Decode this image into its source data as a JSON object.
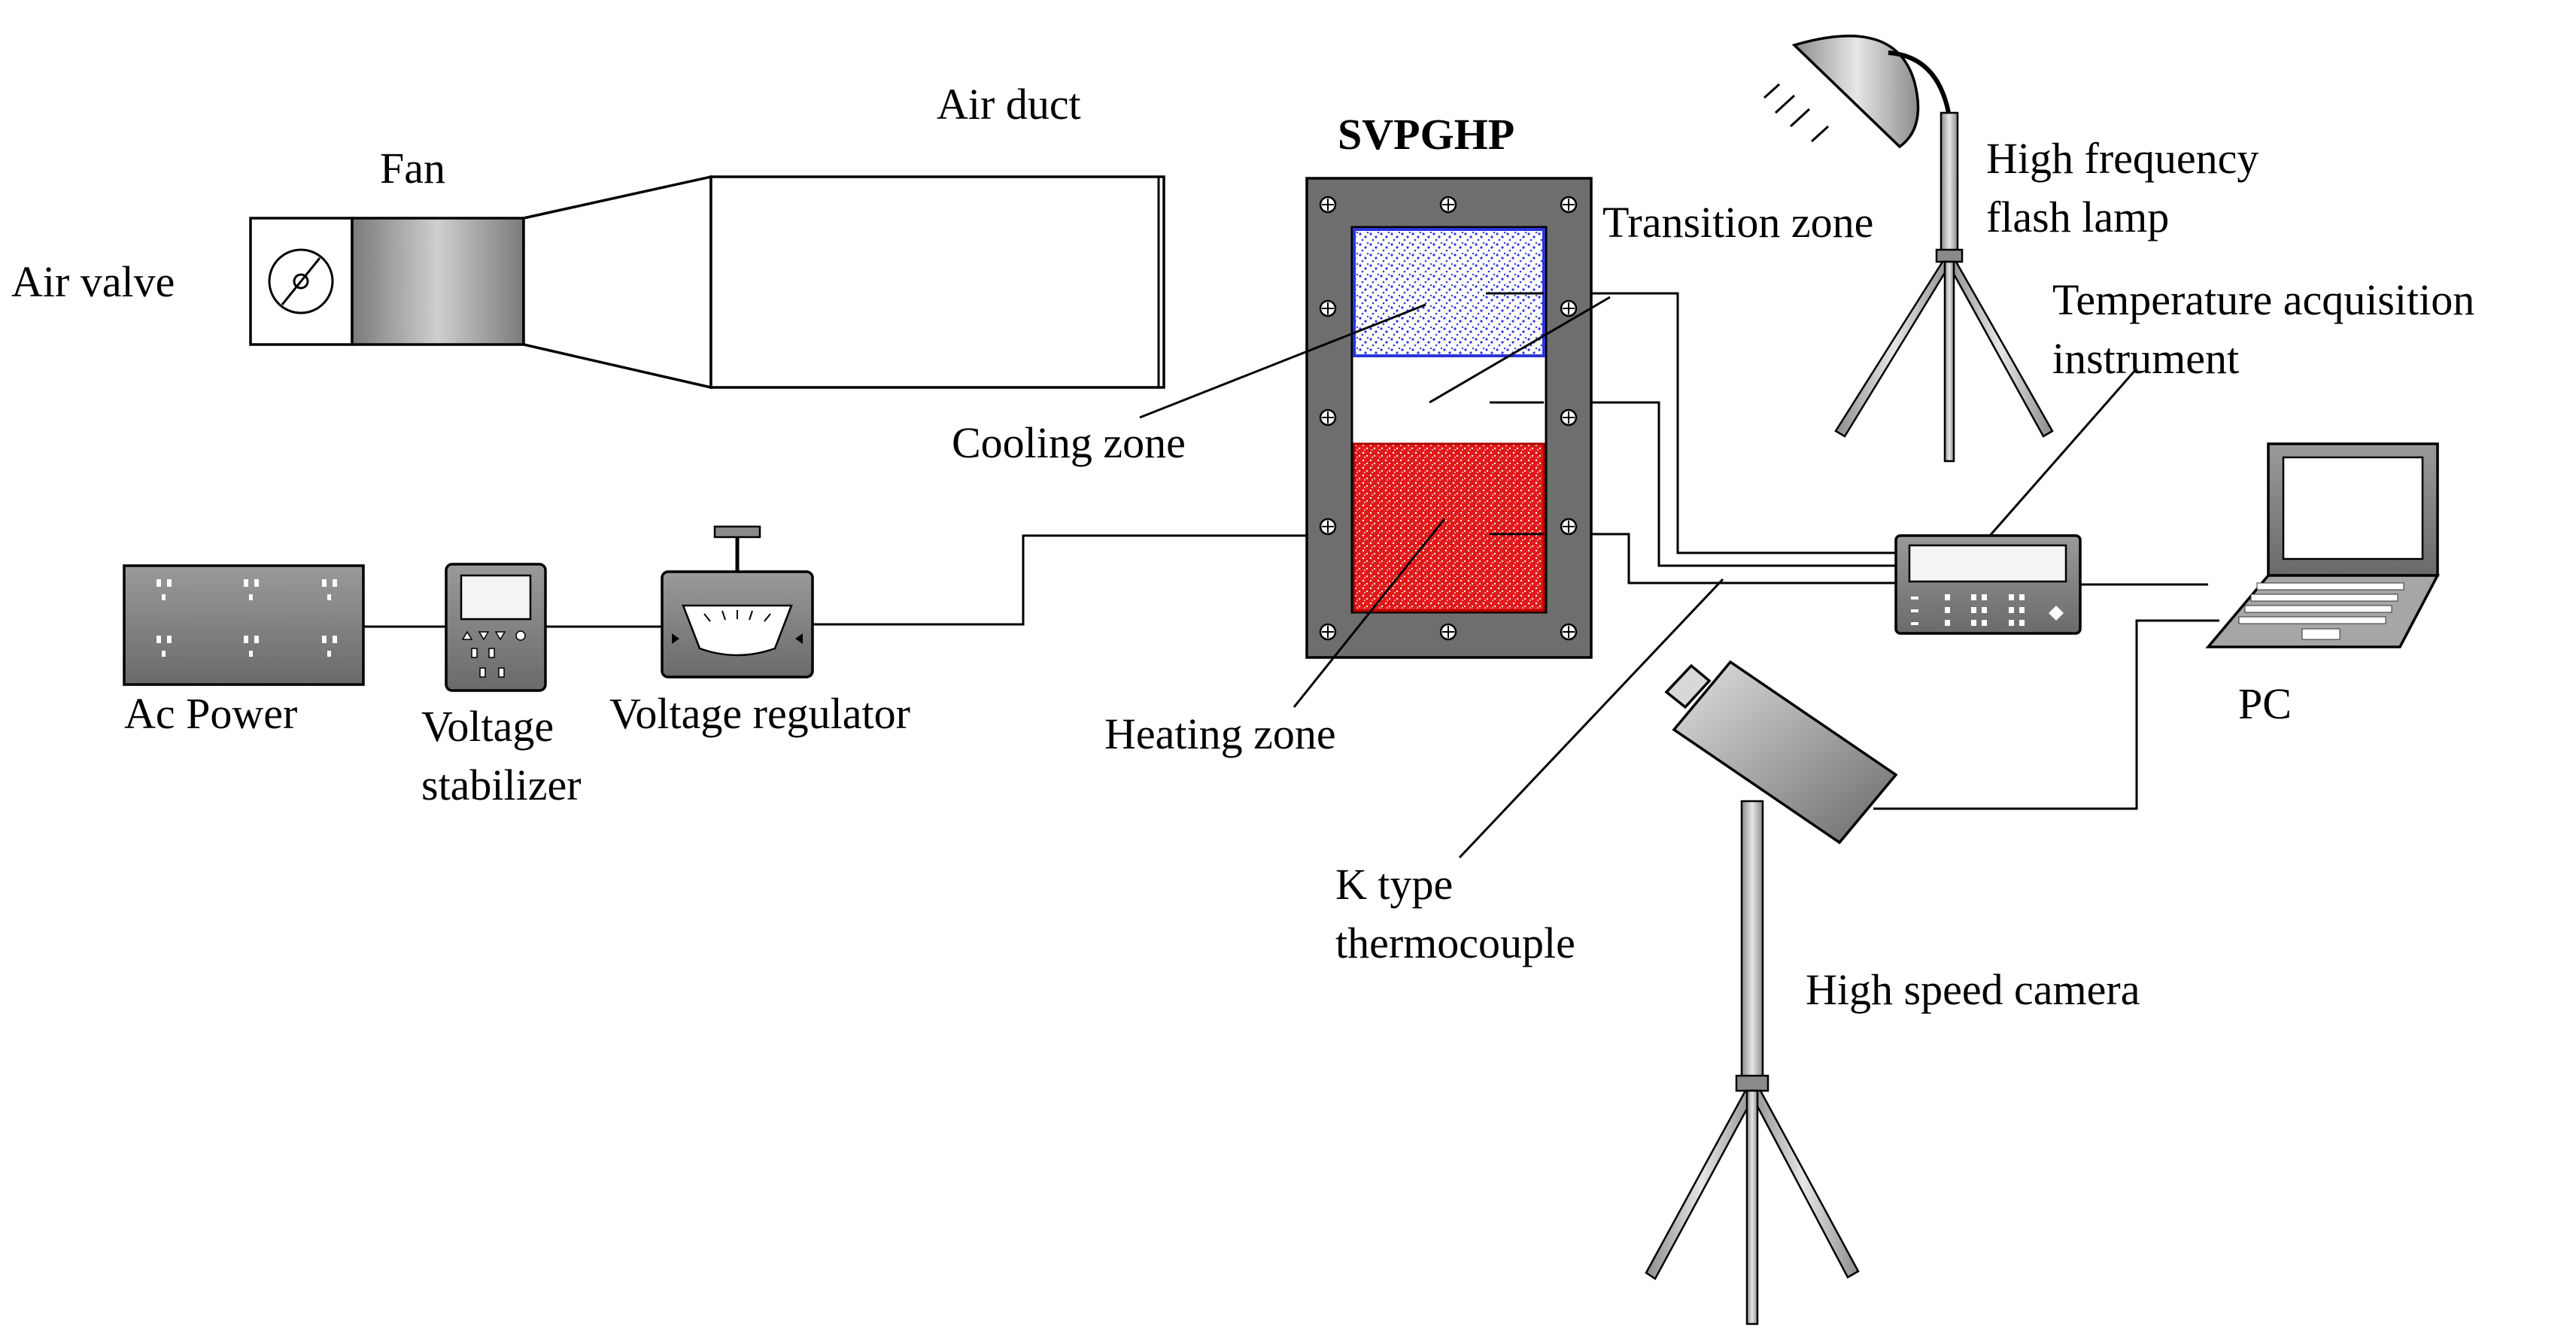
{
  "labels": {
    "air_valve": "Air valve",
    "fan": "Fan",
    "air_duct": "Air duct",
    "svpghp": "SVPGHP",
    "transition_zone": "Transition zone",
    "cooling_zone": "Cooling zone",
    "heating_zone": "Heating zone",
    "high_frequency_flash_lamp": [
      "High frequency",
      "flash lamp"
    ],
    "temperature_acquisition_instrument": [
      "Temperature acquisition",
      "instrument"
    ],
    "pc": "PC",
    "ac_power": "Ac Power",
    "voltage_stabilizer": [
      "Voltage",
      "stabilizer"
    ],
    "voltage_regulator": "Voltage regulator",
    "k_type_thermocouple": [
      "K type",
      "thermocouple"
    ],
    "high_speed_camera": "High speed camera"
  },
  "colors": {
    "cooling_zone": "#2b35d8",
    "heating_zone": "#e01a1a",
    "frame": "#6e6e6e",
    "fan": "#8a8a8a"
  }
}
